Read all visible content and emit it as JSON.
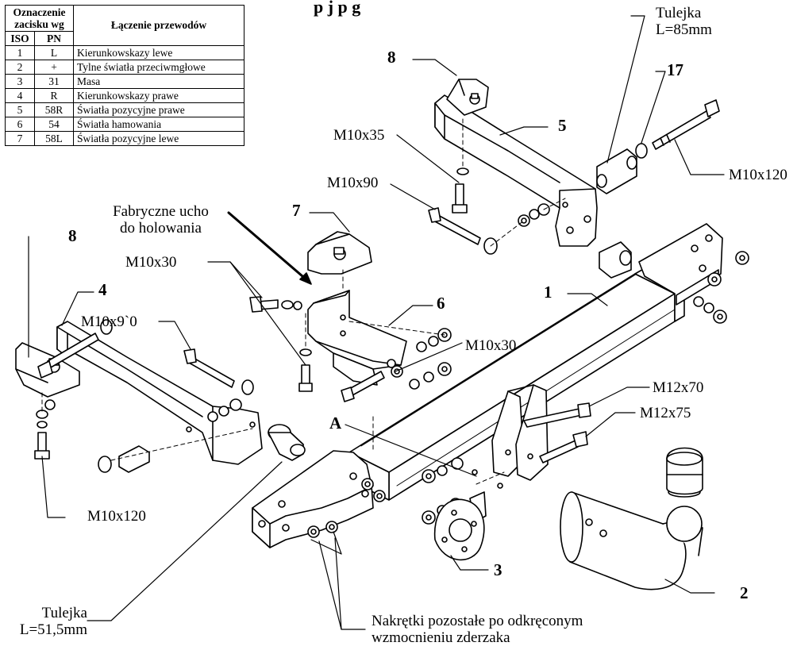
{
  "heading_fragment": "p      j      p            g",
  "table": {
    "header_group": "Oznaczenie zacisku wg",
    "header_group_l1": "Oznaczenie",
    "header_group_l2": "zacisku wg",
    "col_iso": "ISO",
    "col_pn": "PN",
    "col_desc": "Łączenie przewodów",
    "rows": [
      {
        "iso": "1",
        "pn": "L",
        "desc": "Kierunkowskazy lewe"
      },
      {
        "iso": "2",
        "pn": "+",
        "desc": "Tylne światła przeciwmgłowe"
      },
      {
        "iso": "3",
        "pn": "31",
        "desc": "Masa"
      },
      {
        "iso": "4",
        "pn": "R",
        "desc": "Kierunkowskazy prawe"
      },
      {
        "iso": "5",
        "pn": "58R",
        "desc": "Światła pozycyjne prawe"
      },
      {
        "iso": "6",
        "pn": "54",
        "desc": "Światła hamowania"
      },
      {
        "iso": "7",
        "pn": "58L",
        "desc": "Światła pozycyjne lewe"
      }
    ]
  },
  "labels": {
    "tulejka_top_l1": "Tulejka",
    "tulejka_top_l2": "L=85mm",
    "p8_top": "8",
    "p17": "17",
    "p5": "5",
    "m10x35": "M10x35",
    "m10x120_right": "M10x120",
    "m10x90": "M10x90",
    "fabryczne_l1": "Fabryczne ucho",
    "fabryczne_l2": "do holowania",
    "p7": "7",
    "p8_left": "8",
    "m10x30_left": "M10x30",
    "p4": "4",
    "p6": "6",
    "p1": "1",
    "m10x9_0": "M10x9`0",
    "m10x30_mid": "M10x30",
    "m12x70": "M12x70",
    "m12x75": "M12x75",
    "pA": "A",
    "m10x120_left": "M10x120",
    "p3": "3",
    "p2": "2",
    "tulejka_bottom_l1": "Tulejka",
    "tulejka_bottom_l2": "L=51,5mm",
    "nakretki_l1": "Nakrętki pozostałe po odkręconym",
    "nakretki_l2": "wzmocnieniu  zderzaka"
  }
}
